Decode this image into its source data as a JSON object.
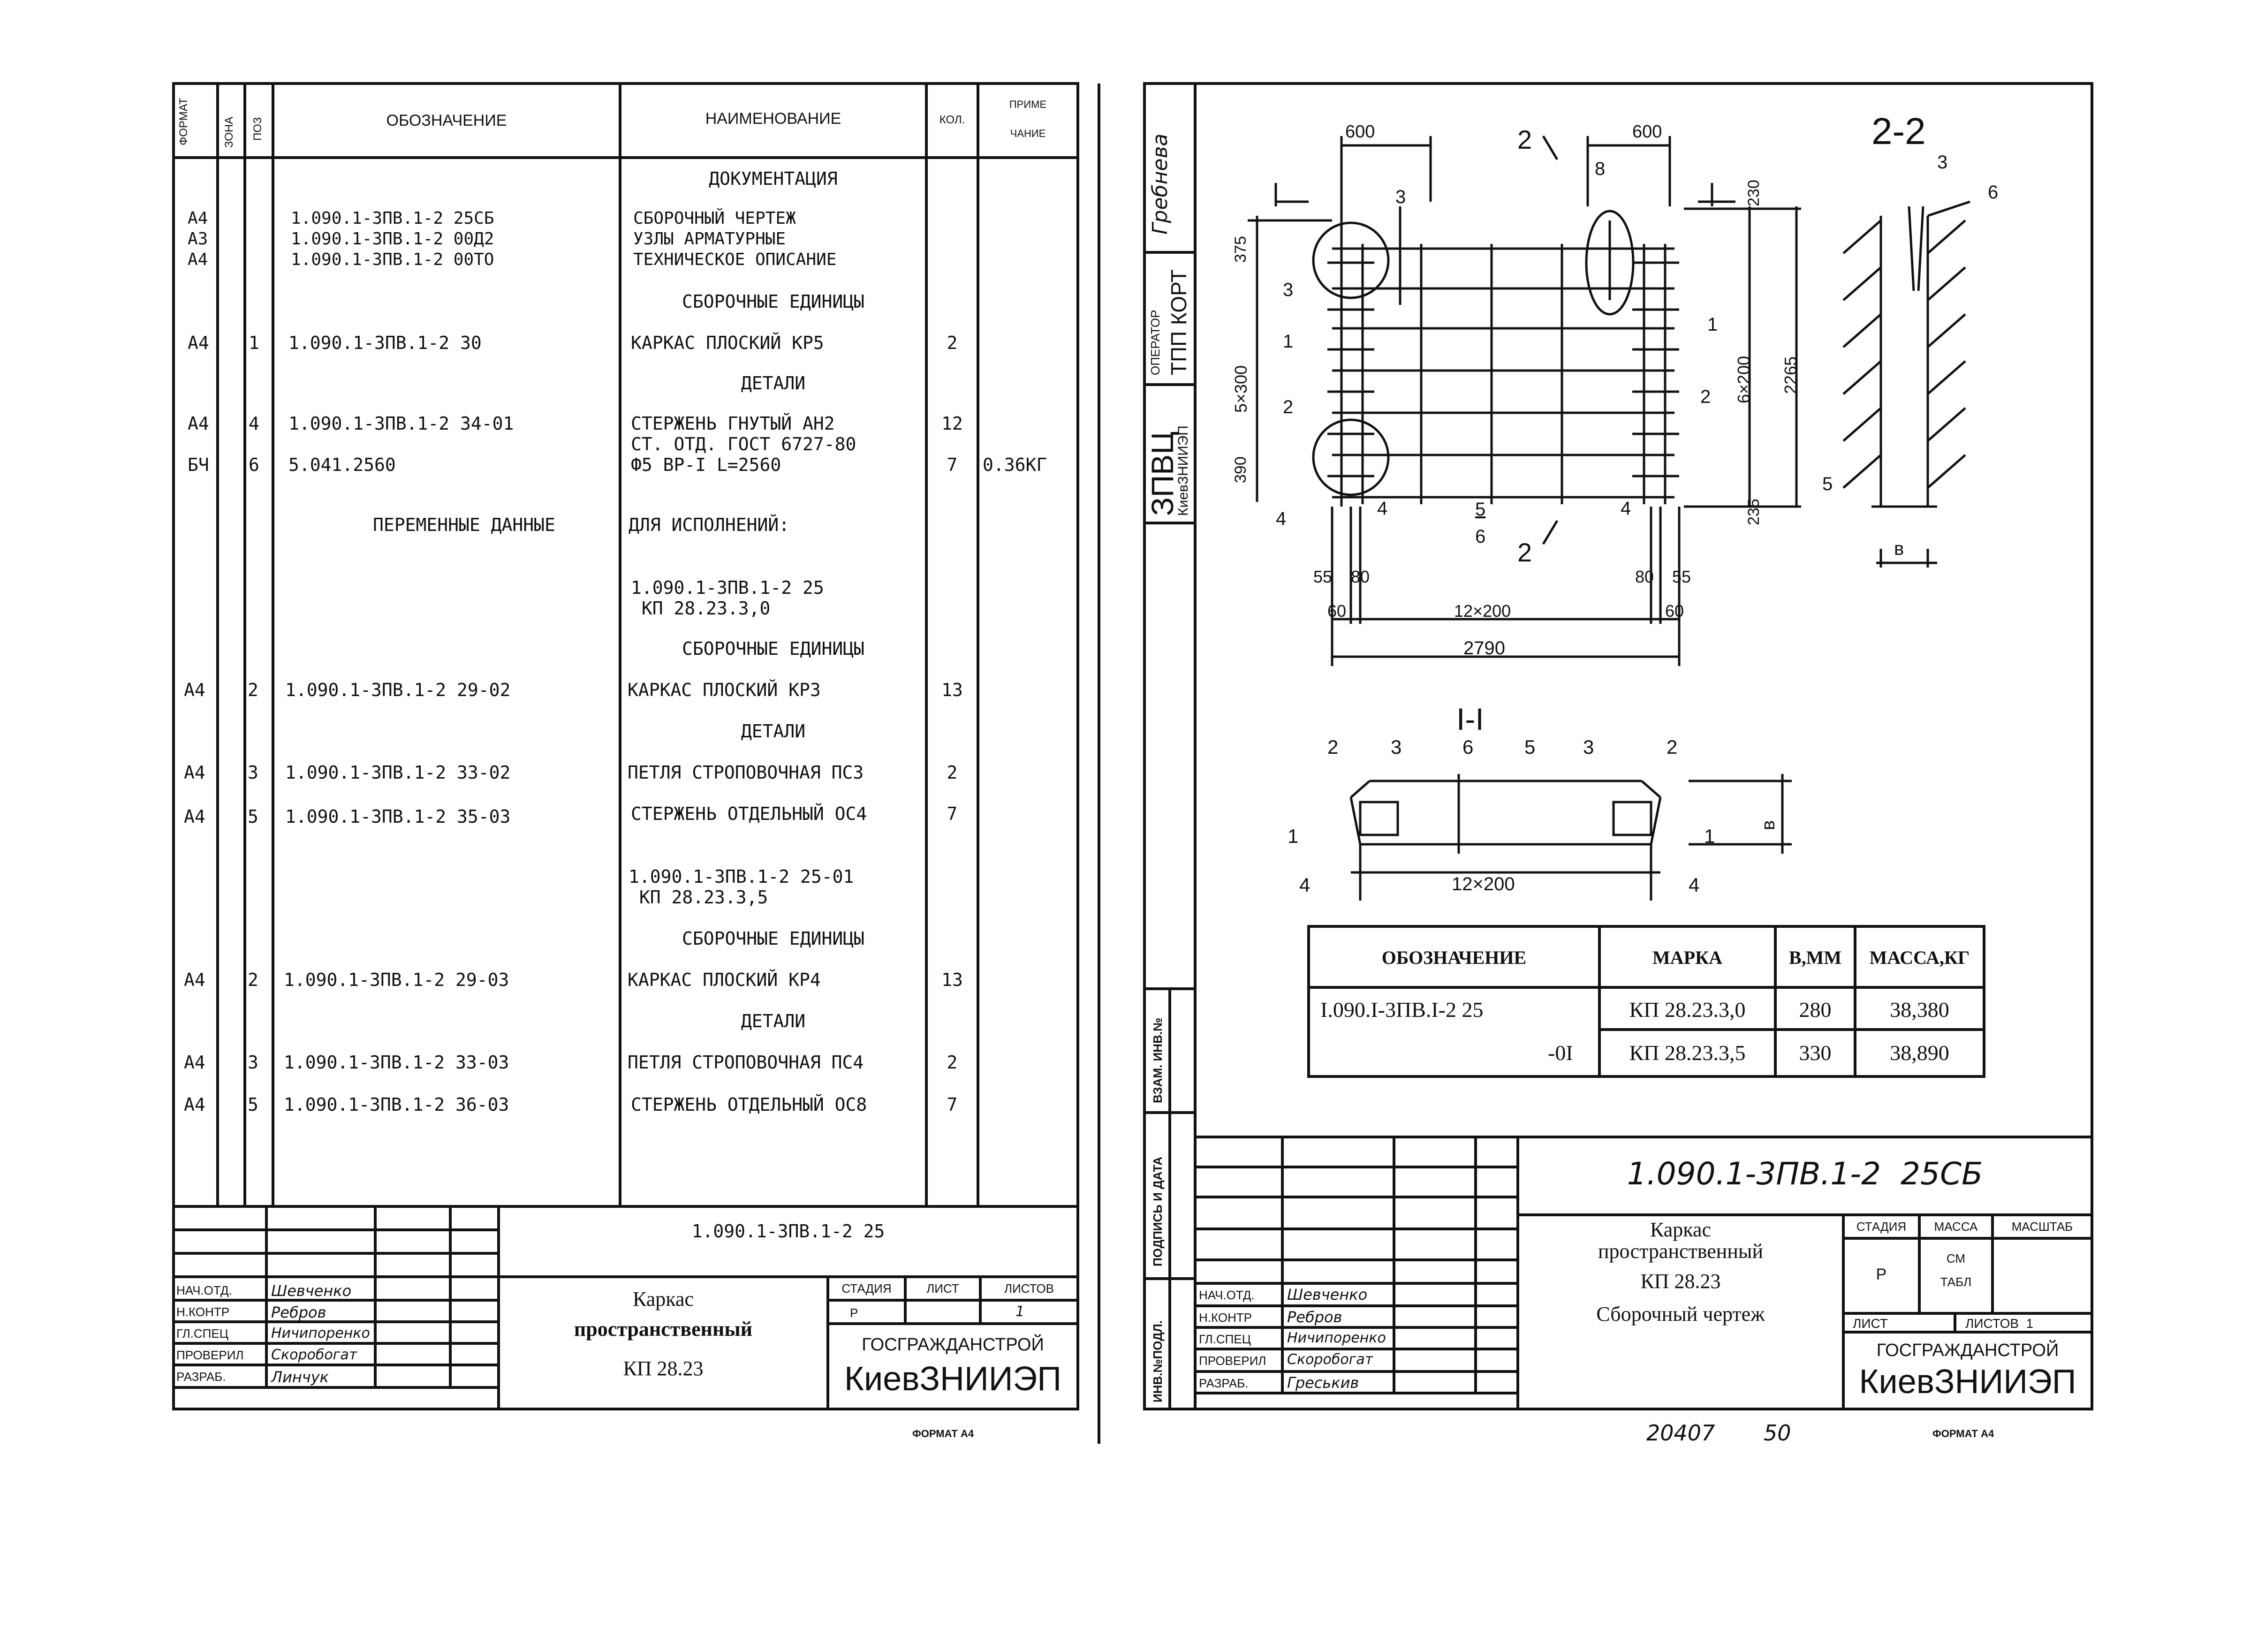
{
  "left_sheet": {
    "header": {
      "format": "ФОРМАТ",
      "zone": "ЗОНА",
      "pos": "ПОЗ",
      "designation": "ОБОЗНАЧЕНИЕ",
      "name": "НАИМЕНОВАНИЕ",
      "qty": "КОЛ.",
      "note_1": "ПРИМЕ",
      "note_2": "ЧАНИЕ"
    },
    "rows": [
      {
        "format": "",
        "pos": "",
        "designation": "",
        "name": "ДОКУМЕНТАЦИЯ",
        "qty": "",
        "note": ""
      },
      {
        "format": "А4",
        "pos": "",
        "designation": "1.090.1-3ПВ.1-2 25СБ",
        "name": "СБОРОЧНЫЙ ЧЕРТЕЖ",
        "qty": "",
        "note": ""
      },
      {
        "format": "А3",
        "pos": "",
        "designation": "1.090.1-3ПВ.1-2 00Д2",
        "name": "УЗЛЫ АРМАТУРНЫЕ",
        "qty": "",
        "note": ""
      },
      {
        "format": "А4",
        "pos": "",
        "designation": "1.090.1-3ПВ.1-2 00ТО",
        "name": "ТЕХНИЧЕСКОЕ ОПИСАНИЕ",
        "qty": "",
        "note": ""
      },
      {
        "format": "",
        "pos": "",
        "designation": "",
        "name": "СБОРОЧНЫЕ ЕДИНИЦЫ",
        "qty": "",
        "note": ""
      },
      {
        "format": "А4",
        "pos": "1",
        "designation": "1.090.1-3ПВ.1-2 30",
        "name": "КАРКАС ПЛОСКИЙ КР5",
        "qty": "2",
        "note": ""
      },
      {
        "format": "",
        "pos": "",
        "designation": "",
        "name": "ДЕТАЛИ",
        "qty": "",
        "note": ""
      },
      {
        "format": "А4",
        "pos": "4",
        "designation": "1.090.1-3ПВ.1-2 34-01",
        "name": "СТЕРЖЕНЬ ГНУТЫЙ АН2",
        "qty": "12",
        "note": ""
      },
      {
        "format": "",
        "pos": "",
        "designation": "",
        "name": "СТ. ОТД. ГОСТ 6727-80",
        "qty": "",
        "note": ""
      },
      {
        "format": "БЧ",
        "pos": "6",
        "designation": "5.041.2560",
        "name": "Ф5 ВР-I L=2560",
        "qty": "7",
        "note": "0.36КГ"
      },
      {
        "format": "",
        "pos": "",
        "designation": "ПЕРЕМЕННЫЕ ДАННЫЕ",
        "name": "ДЛЯ ИСПОЛНЕНИЙ:",
        "qty": "",
        "note": ""
      },
      {
        "format": "",
        "pos": "",
        "designation": "",
        "name": "1.090.1-3ПВ.1-2 25",
        "qty": "",
        "note": ""
      },
      {
        "format": "",
        "pos": "",
        "designation": "",
        "name": " КП 28.23.3,0",
        "qty": "",
        "note": ""
      },
      {
        "format": "",
        "pos": "",
        "designation": "",
        "name": "СБОРОЧНЫЕ ЕДИНИЦЫ",
        "qty": "",
        "note": ""
      },
      {
        "format": "А4",
        "pos": "2",
        "designation": "1.090.1-3ПВ.1-2 29-02",
        "name": "КАРКАС ПЛОСКИЙ КР3",
        "qty": "13",
        "note": ""
      },
      {
        "format": "",
        "pos": "",
        "designation": "",
        "name": "ДЕТАЛИ",
        "qty": "",
        "note": ""
      },
      {
        "format": "А4",
        "pos": "3",
        "designation": "1.090.1-3ПВ.1-2 33-02",
        "name": "ПЕТЛЯ СТРОПОВОЧНАЯ ПС3",
        "qty": "2",
        "note": ""
      },
      {
        "format": "А4",
        "pos": "5",
        "designation": "1.090.1-3ПВ.1-2 35-03",
        "name": "СТЕРЖЕНЬ ОТДЕЛЬНЫЙ ОС4",
        "qty": "7",
        "note": ""
      },
      {
        "format": "",
        "pos": "",
        "designation": "",
        "name": "1.090.1-3ПВ.1-2 25-01",
        "qty": "",
        "note": ""
      },
      {
        "format": "",
        "pos": "",
        "designation": "",
        "name": " КП 28.23.3,5",
        "qty": "",
        "note": ""
      },
      {
        "format": "",
        "pos": "",
        "designation": "",
        "name": "СБОРОЧНЫЕ ЕДИНИЦЫ",
        "qty": "",
        "note": ""
      },
      {
        "format": "А4",
        "pos": "2",
        "designation": "1.090.1-3ПВ.1-2 29-03",
        "name": "КАРКАС ПЛОСКИЙ КР4",
        "qty": "13",
        "note": ""
      },
      {
        "format": "",
        "pos": "",
        "designation": "",
        "name": "ДЕТАЛИ",
        "qty": "",
        "note": ""
      },
      {
        "format": "А4",
        "pos": "3",
        "designation": "1.090.1-3ПВ.1-2 33-03",
        "name": "ПЕТЛЯ СТРОПОВОЧНАЯ ПС4",
        "qty": "2",
        "note": ""
      },
      {
        "format": "А4",
        "pos": "5",
        "designation": "1.090.1-3ПВ.1-2 36-03",
        "name": "СТЕРЖЕНЬ ОТДЕЛЬНЫЙ ОС8",
        "qty": "7",
        "note": ""
      }
    ],
    "title_block": {
      "code": "1.090.1-3ПВ.1-2 25",
      "title_1": "Каркас",
      "title_2": "пространственный",
      "title_3": "КП 28.23",
      "stage_label": "СТАДИЯ",
      "sheet_label": "ЛИСТ",
      "sheets_label": "ЛИСТОВ",
      "stage": "Р",
      "sheets": "1",
      "org_1": "ГОСГРАЖДАНСТРОЙ",
      "org_2": "КиевЗНИИЭП",
      "roles": [
        "НАЧ.ОТД.",
        "Н.КОНТР",
        "ГЛ.СПЕЦ",
        "ПРОВЕРИЛ",
        "РАЗРАБ."
      ],
      "names": [
        "Шевченко",
        "Ребров",
        "Ничипоренко",
        "Скоробогат",
        "Линчук"
      ]
    },
    "format_note": "ФОРМАТ А4"
  },
  "right_sheet": {
    "side_stamp": {
      "person": "Гребнева",
      "operator_label": "ОПЕРАТОР",
      "operator": "ТПП КОРТ",
      "org_1": "ЗПВЦ",
      "org_2": "КиевЗНИИЭП",
      "field_1": "ВЗАМ. ИНВ.№",
      "field_2": "ПОДПИСЬ И ДАТА",
      "field_3": "ИНВ.№ПОДЛ."
    },
    "drawing_labels": {
      "d600a": "600",
      "d600b": "600",
      "d375": "375",
      "d230": "230",
      "d5x300": "5×300",
      "d6x200": "6×200",
      "d2265": "2265",
      "d390": "390",
      "d235": "235",
      "d55a": "55",
      "d80a": "80",
      "d80b": "80",
      "d55b": "55",
      "d60a": "60",
      "d12x200": "12×200",
      "d60b": "60",
      "d2790": "2790",
      "frac_top": "5",
      "frac_bot": "6",
      "sec22": "2-2",
      "sec11": "I-I",
      "b": "в",
      "d12x200b": "12×200",
      "c2": "2",
      "c3": "3",
      "c8": "8",
      "c1": "1",
      "c4": "4",
      "c6": "6",
      "c5": "5",
      "c1a": "1"
    },
    "variants_table": {
      "headers": [
        "ОБОЗНАЧЕНИЕ",
        "МАРКА",
        "В,ММ",
        "МАССА,КГ"
      ],
      "rows": [
        [
          "I.090.I-3ПВ.I-2 25",
          "КП 28.23.3,0",
          "280",
          "38,380"
        ],
        [
          "-0I",
          "КП 28.23.3,5",
          "330",
          "38,890"
        ]
      ]
    },
    "title_block": {
      "code": "1.090.1-3ПВ.1-2  25СБ",
      "title_1": "Каркас",
      "title_2": "пространственный",
      "title_3": "КП 28.23",
      "title_4": "Сборочный чертеж",
      "stage_label": "СТАДИЯ",
      "mass_label": "МАССА",
      "scale_label": "МАСШТАБ",
      "stage": "Р",
      "mass_1": "СМ",
      "mass_2": "ТАБЛ",
      "sheet_label": "ЛИСТ",
      "sheets_label": "ЛИСТОВ  1",
      "org_1": "ГОСГРАЖДАНСТРОЙ",
      "org_2": "КиевЗНИИЭП",
      "roles": [
        "НАЧ.ОТД.",
        "Н.КОНТР",
        "ГЛ.СПЕЦ",
        "ПРОВЕРИЛ",
        "РАЗРАБ."
      ],
      "names": [
        "Шевченко",
        "Ребров",
        "Ничипоренко",
        "Скоробогат",
        "Греськив"
      ]
    },
    "footer_number": "20407",
    "footer_page": "50",
    "format_note": "ФОРМАТ А4"
  }
}
